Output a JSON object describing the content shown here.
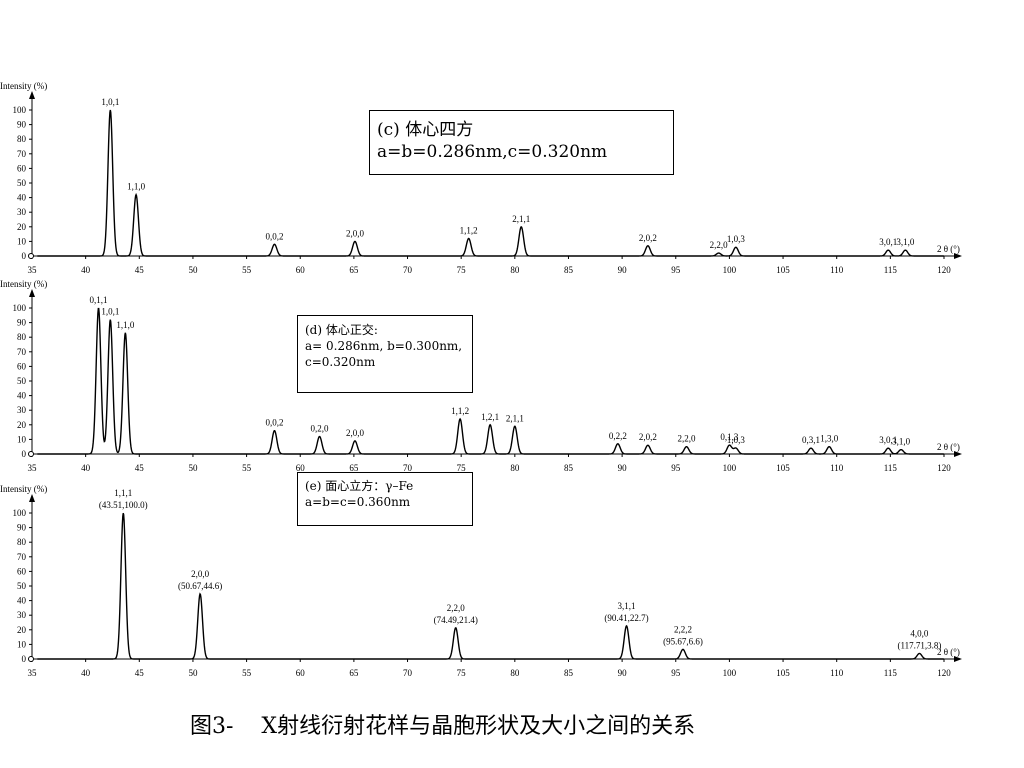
{
  "caption": "图3-    X射线衍射花样与晶胞形状及大小之间的关系",
  "chart_data": [
    {
      "type": "line",
      "ylabel": "Intensity (%)",
      "xlabel": "2 θ (°)",
      "xlim": [
        35,
        120
      ],
      "ylim": [
        0,
        100
      ],
      "xticks": [
        35,
        40,
        45,
        50,
        55,
        60,
        65,
        70,
        75,
        80,
        85,
        90,
        95,
        100,
        105,
        110,
        115,
        120
      ],
      "yticks": [
        0,
        10,
        20,
        30,
        40,
        50,
        60,
        70,
        80,
        90,
        100
      ],
      "grid": false,
      "box_lines": [
        "(c) 体心四方",
        "a=b=0.286nm,c=0.320nm"
      ],
      "peaks": [
        {
          "x": 42.3,
          "y": 100,
          "label": "1,0,1"
        },
        {
          "x": 44.7,
          "y": 42,
          "label": "1,1,0"
        },
        {
          "x": 57.6,
          "y": 8,
          "label": "0,0,2"
        },
        {
          "x": 65.1,
          "y": 10,
          "label": "2,0,0"
        },
        {
          "x": 75.7,
          "y": 12,
          "label": "1,1,2"
        },
        {
          "x": 80.6,
          "y": 20,
          "label": "2,1,1"
        },
        {
          "x": 92.4,
          "y": 7,
          "label": "2,0,2"
        },
        {
          "x": 99.0,
          "y": 2,
          "label": "2,2,0"
        },
        {
          "x": 100.6,
          "y": 6,
          "label": "1,0,3"
        },
        {
          "x": 114.8,
          "y": 4,
          "label": "3,0,1"
        },
        {
          "x": 116.4,
          "y": 4,
          "label": "3,1,0"
        }
      ]
    },
    {
      "type": "line",
      "ylabel": "Intensity (%)",
      "xlabel": "2 θ (°)",
      "xlim": [
        35,
        120
      ],
      "ylim": [
        0,
        100
      ],
      "xticks": [
        35,
        40,
        45,
        50,
        55,
        60,
        65,
        70,
        75,
        80,
        85,
        90,
        95,
        100,
        105,
        110,
        115,
        120
      ],
      "yticks": [
        0,
        10,
        20,
        30,
        40,
        50,
        60,
        70,
        80,
        90,
        100
      ],
      "grid": false,
      "box_lines": [
        "(d) 体心正交:",
        "a= 0.286nm, b=0.300nm,",
        "c=0.320nm"
      ],
      "peaks": [
        {
          "x": 41.2,
          "y": 100,
          "label": "0,1,1"
        },
        {
          "x": 42.3,
          "y": 92,
          "label": "1,0,1"
        },
        {
          "x": 43.7,
          "y": 83,
          "label": "1,1,0"
        },
        {
          "x": 57.6,
          "y": 16,
          "label": "0,0,2"
        },
        {
          "x": 61.8,
          "y": 12,
          "label": "0,2,0"
        },
        {
          "x": 65.1,
          "y": 9,
          "label": "2,0,0"
        },
        {
          "x": 74.9,
          "y": 24,
          "label": "1,1,2"
        },
        {
          "x": 77.7,
          "y": 20,
          "label": "1,2,1"
        },
        {
          "x": 80.0,
          "y": 19,
          "label": "2,1,1"
        },
        {
          "x": 89.6,
          "y": 7,
          "label": "0,2,2"
        },
        {
          "x": 92.4,
          "y": 6,
          "label": "2,0,2"
        },
        {
          "x": 96.0,
          "y": 5,
          "label": "2,2,0"
        },
        {
          "x": 100.0,
          "y": 6,
          "label": "0,1,3"
        },
        {
          "x": 100.6,
          "y": 4,
          "label": "1,0,3"
        },
        {
          "x": 107.6,
          "y": 4,
          "label": "0,3,1"
        },
        {
          "x": 109.3,
          "y": 5,
          "label": "1,3,0"
        },
        {
          "x": 114.8,
          "y": 4,
          "label": "3,0,1"
        },
        {
          "x": 116.0,
          "y": 3,
          "label": "3,1,0"
        }
      ]
    },
    {
      "type": "line",
      "ylabel": "Intensity (%)",
      "xlabel": "2 θ (°)",
      "xlim": [
        35,
        120
      ],
      "ylim": [
        0,
        100
      ],
      "xticks": [
        35,
        40,
        45,
        50,
        55,
        60,
        65,
        70,
        75,
        80,
        85,
        90,
        95,
        100,
        105,
        110,
        115,
        120
      ],
      "yticks": [
        0,
        10,
        20,
        30,
        40,
        50,
        60,
        70,
        80,
        90,
        100
      ],
      "grid": false,
      "box_lines": [
        "(e) 面心立方：γ–Fe",
        "a=b=c=0.360nm"
      ],
      "peaks": [
        {
          "x": 43.51,
          "y": 100.0,
          "label": "1,1,1",
          "sublabel": "(43.51,100.0)"
        },
        {
          "x": 50.67,
          "y": 44.6,
          "label": "2,0,0",
          "sublabel": "(50.67,44.6)"
        },
        {
          "x": 74.49,
          "y": 21.4,
          "label": "2,2,0",
          "sublabel": "(74.49,21.4)"
        },
        {
          "x": 90.41,
          "y": 22.7,
          "label": "3,1,1",
          "sublabel": "(90.41,22.7)"
        },
        {
          "x": 95.67,
          "y": 6.6,
          "label": "2,2,2",
          "sublabel": "(95.67,6.6)"
        },
        {
          "x": 117.71,
          "y": 3.8,
          "label": "4,0,0",
          "sublabel": "(117.71,3.8)"
        }
      ]
    }
  ]
}
